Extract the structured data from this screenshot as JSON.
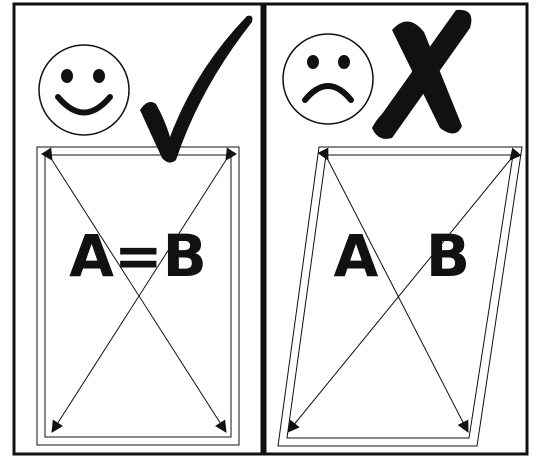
{
  "colors": {
    "ink": "#111111",
    "background": "#ffffff"
  },
  "panels": [
    {
      "icon_face": "smiley-face-icon",
      "icon_mark": "check-mark-icon",
      "label": "A=B",
      "shape": "rectangle"
    },
    {
      "icon_face": "frowny-face-icon",
      "icon_mark": "cross-mark-icon",
      "label_left": "A",
      "label_right": "B",
      "shape": "parallelogram"
    }
  ]
}
